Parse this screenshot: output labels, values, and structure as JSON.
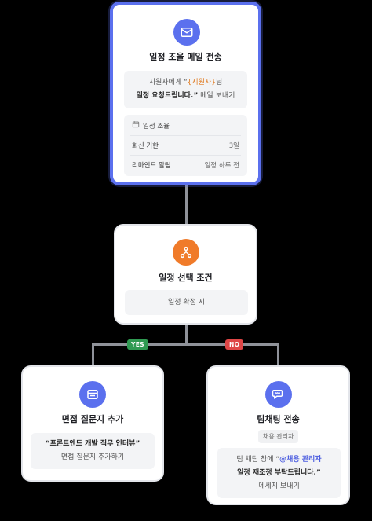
{
  "colors": {
    "accent_blue": "#5b70ee",
    "orange": "#f07b2a",
    "yes_green": "#2f9a52",
    "no_red": "#df4646",
    "connector": "#8f9299"
  },
  "email_node": {
    "icon": "mail-icon",
    "title": "일정 조율 메일 전송",
    "message_prefix": "지원자에게 “",
    "message_variable": "{지원자}",
    "message_suffix": "님",
    "message_line2": "일정 요청드립니다.”",
    "message_action": "메일 보내기",
    "settings_header": "일정 조율",
    "settings_icon": "calendar-icon",
    "rows": [
      {
        "label": "회신 기한",
        "value": "3일"
      },
      {
        "label": "리마인드 알림",
        "value": "일정 하루 전"
      }
    ]
  },
  "condition_node": {
    "icon": "branch-icon",
    "title": "일정 선택 조건",
    "condition": "일정 확정 시"
  },
  "branches": {
    "yes_label": "YES",
    "no_label": "NO"
  },
  "questionnaire_node": {
    "icon": "form-icon",
    "title": "면접 질문지 추가",
    "quote": "“프론트엔드 개발 직무 인터뷰”",
    "action": "면접 질문지 추가하기"
  },
  "chat_node": {
    "icon": "chat-icon",
    "title": "팀채팅 전송",
    "chip": "채용 관리자",
    "msg_prefix": "팀 채팅 창에 “",
    "msg_mention": "@채용 관리자",
    "msg_line2": "일정 재조정 부탁드립니다.”",
    "action": "메세지 보내기"
  }
}
